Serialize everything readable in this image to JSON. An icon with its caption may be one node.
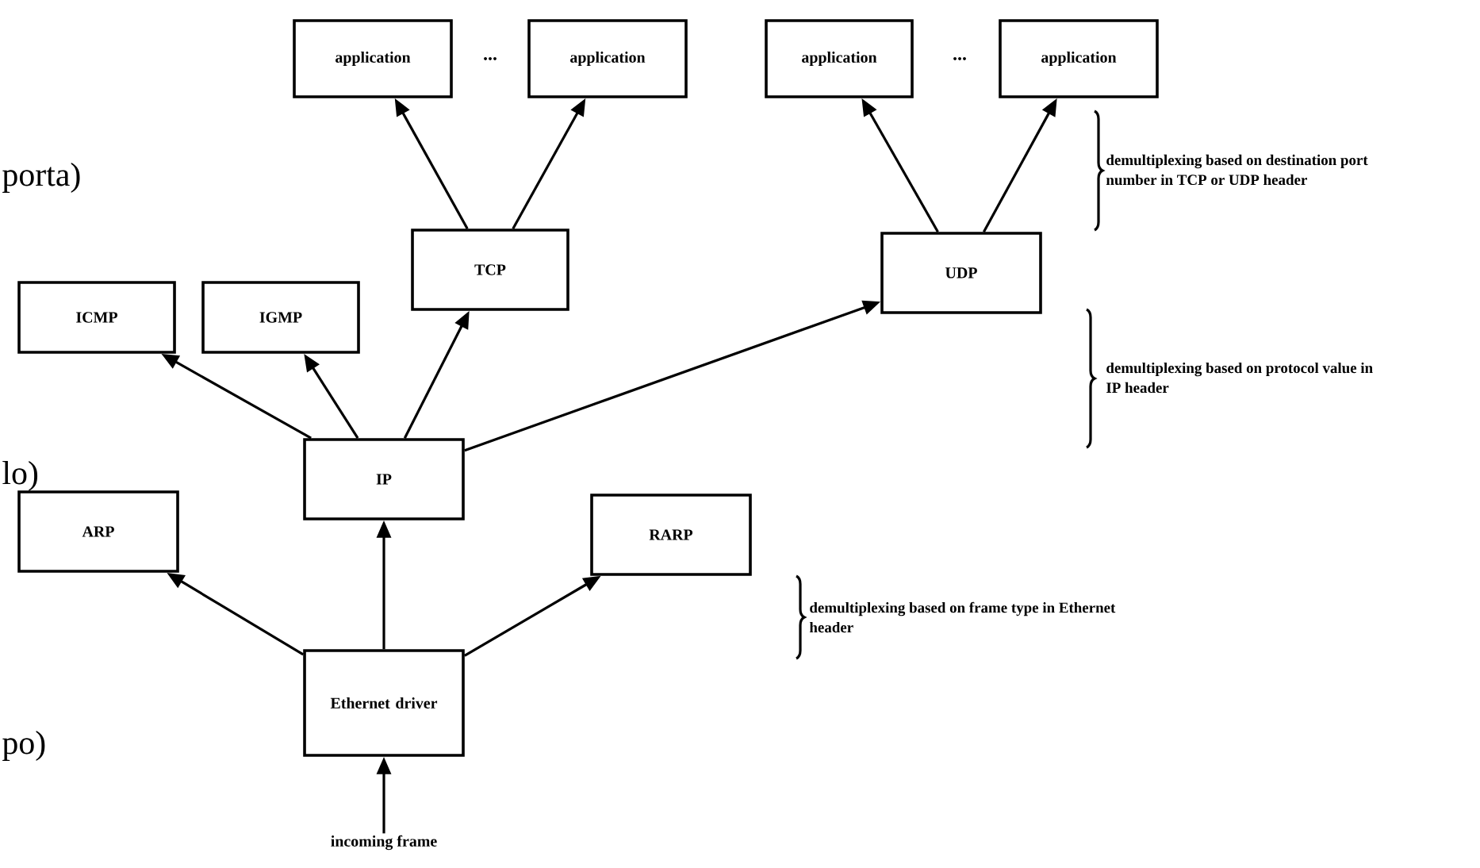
{
  "diagram": {
    "nodes": [
      {
        "text": [
          "application"
        ]
      },
      {
        "text": [
          "application"
        ]
      },
      {
        "text": [
          "application"
        ]
      },
      {
        "text": [
          "application"
        ]
      },
      {
        "text": [
          "TCP"
        ]
      },
      {
        "text": [
          "UDP"
        ]
      },
      {
        "text": [
          "ICMP"
        ]
      },
      {
        "text": [
          "IGMP"
        ]
      },
      {
        "text": [
          "IP"
        ]
      },
      {
        "text": [
          "ARP"
        ]
      },
      {
        "text": [
          "RARP"
        ]
      },
      {
        "text": [
          "Ethernet driver"
        ]
      },
      {
        "text": [
          "incoming frame"
        ]
      }
    ],
    "edges": [
      {
        "from": 4,
        "to": 0,
        "arrow": "to"
      },
      {
        "from": 4,
        "to": 1,
        "arrow": "to"
      },
      {
        "from": 5,
        "to": 2,
        "arrow": "to"
      },
      {
        "from": 5,
        "to": 3,
        "arrow": "to"
      },
      {
        "from": 8,
        "to": 6,
        "arrow": "to"
      },
      {
        "from": 8,
        "to": 7,
        "arrow": "to"
      },
      {
        "from": 8,
        "to": 4,
        "arrow": "to"
      },
      {
        "from": 8,
        "to": 5,
        "arrow": "to"
      },
      {
        "from": 11,
        "to": 9,
        "arrow": "to"
      },
      {
        "from": 11,
        "to": 8,
        "arrow": "to"
      },
      {
        "from": 11,
        "to": 10,
        "arrow": "to"
      },
      {
        "from": 12,
        "to": 11,
        "arrow": "to"
      }
    ],
    "labels": [
      "...",
      "...",
      "porta)",
      "demultiplexing based on destination port number in TCP or UDP header",
      "lo)",
      "demultiplexing based on protocol value in IP header",
      "demultiplexing based on frame type in Ethernet header",
      "po)"
    ]
  }
}
